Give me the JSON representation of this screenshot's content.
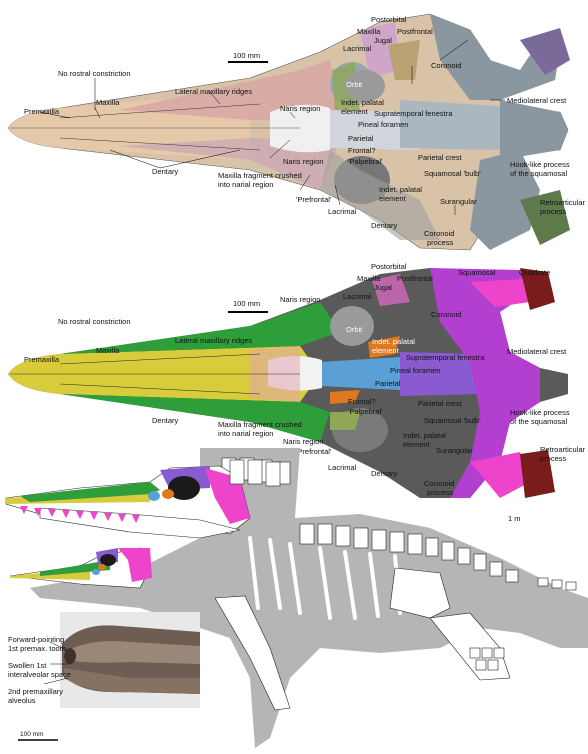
{
  "colors": {
    "premaxilla": "#d9cc3a",
    "maxilla": "#2e9e3b",
    "dentary_photo": "#e6c9a8",
    "frontal": "#5aa0d6",
    "parietal": "#8a5ad0",
    "squamosal": "#b23fd0",
    "quadrate": "#7a1c1c",
    "jugal": "#e07820",
    "postorbital": "#bb66aa",
    "lacrimal": "#8fa856",
    "palatal": "#777777",
    "pterygoid_gray": "#8a96a0",
    "accent_magenta": "#ee44cc"
  },
  "scales": {
    "top_scale": "100 mm",
    "mid_scale": "100 mm",
    "body_scale": "1 m",
    "photo_scale": "100 mm"
  },
  "labels": {
    "premaxilla": "Premaxilla",
    "maxilla": "Maxilla",
    "no_rostral": "No rostral constriction",
    "lateral_ridges": "Lateral maxillary ridges",
    "dentary": "Dentary",
    "maxilla_fragment_1": "Maxilla fragment crushed",
    "maxilla_fragment_2": "into narial region",
    "naris_region": "Naris region",
    "prefrontal": "'Prefrontal'",
    "lacrimal": "Lacrimal",
    "frontal": "Frontal?",
    "palpebral": "'Palpebral'",
    "parietal": "Parietal",
    "pineal": "Pineal foramen",
    "supratemporal": "Supratemporal fenestra",
    "parietal_crest": "Parietal crest",
    "squamosal_bulb": "Squamosal 'bulb'",
    "indet_palatal_1": "Indet. palatal",
    "indet_palatal_2": "element",
    "orbit": "Orbit",
    "maxilla_top": "Maxilla",
    "jugal": "Jugal",
    "postorbital": "Postorbital",
    "postfrontal": "Postfrontal",
    "coronoid": "Coronoid",
    "mediolateral": "Mediolateral crest",
    "hook_1": "Hook-like process",
    "hook_2": "of the squamosal",
    "retro_1": "Retroarticular",
    "retro_2": "process",
    "surangular": "Surangular",
    "coronoid_proc_1": "Coronoid",
    "coronoid_proc_2": "process",
    "squamosal": "Squamosal",
    "quadrate": "Quadrate",
    "fwd_1": "Forward-pointing",
    "fwd_2": "1st premax. tooth",
    "swollen_1": "Swollen 1st",
    "swollen_2": "interalveolar space",
    "alveolus_1": "2nd premaxillary",
    "alveolus_2": "alveolus"
  }
}
